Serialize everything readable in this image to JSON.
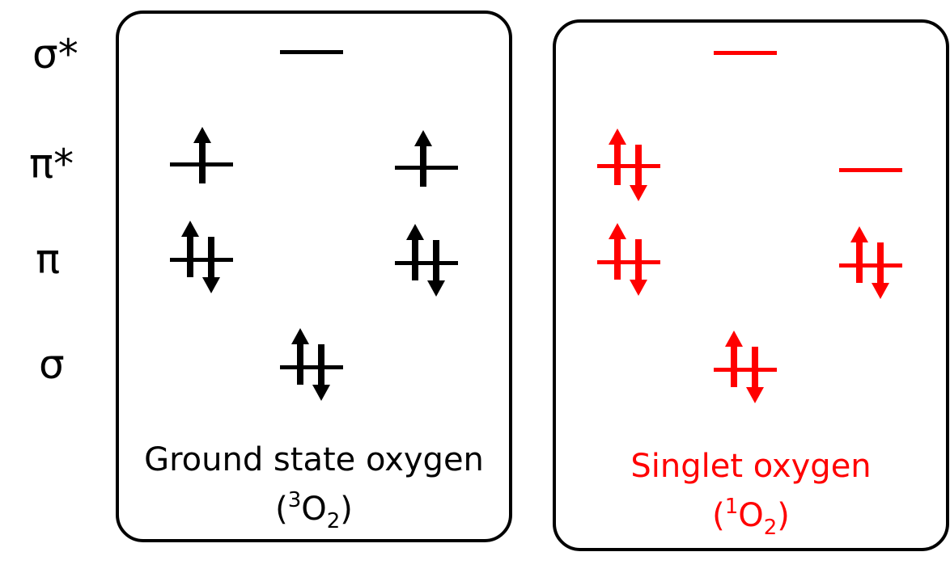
{
  "row_labels": {
    "sigma_star": "σ*",
    "pi_star": "π*",
    "pi": "π",
    "sigma": "σ"
  },
  "panels": {
    "ground": {
      "caption_line1": "Ground state oxygen",
      "caption_line2_open": "(",
      "caption_line2_sup": "3",
      "caption_line2_main": "O",
      "caption_line2_sub": "2",
      "caption_line2_close": ")",
      "color": "#000000"
    },
    "singlet": {
      "caption_line1": "Singlet oxygen",
      "caption_line2_open": "(",
      "caption_line2_sup": "1",
      "caption_line2_main": "O",
      "caption_line2_sub": "2",
      "caption_line2_close": ")",
      "color": "#ff0000"
    }
  }
}
